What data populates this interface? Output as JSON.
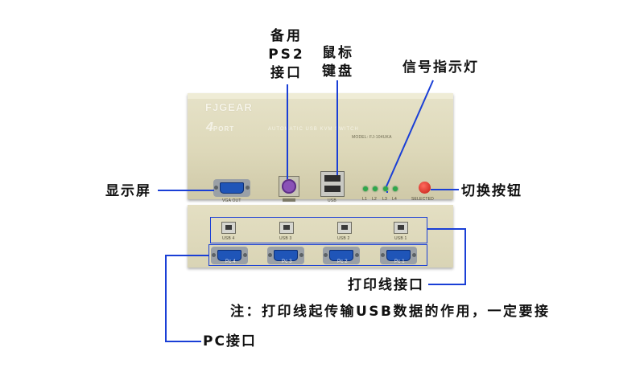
{
  "callouts": {
    "ps2_line1": "备用",
    "ps2_line2": "PS2",
    "ps2_line3": "接口",
    "mouse_line1": "鼠标",
    "mouse_line2": "键盘",
    "signal": "信号指示灯",
    "display": "显示屏",
    "switch_button": "切换按钮",
    "print_port": "打印线接口",
    "note": "注：打印线起传输USB数据的作用，一定要接",
    "pc_port": "PC接口"
  },
  "device": {
    "brand": "FJGEAR",
    "port_number": "4",
    "port_word": "PORT",
    "product": "AUTOMATIC USB KVM SWITCH",
    "model": "MODEL: FJ-104UKA",
    "vga_out": "VGA OUT",
    "usb": "USB",
    "leds": [
      "L1",
      "L2",
      "L3",
      "L4"
    ],
    "selected": "SELECTED",
    "usb_back": [
      "USB 4",
      "USB 3",
      "USB 2",
      "USB 1"
    ],
    "pc_back": [
      "Pc 4",
      "Pc 3",
      "Pc 2",
      "Pc 1"
    ]
  },
  "colors": {
    "callout_line": "#1a3fd6",
    "device_body": "#ddd8b9",
    "vga_blue": "#1f55b8",
    "led_green": "#2ea84c",
    "button_red": "#c21b12"
  }
}
